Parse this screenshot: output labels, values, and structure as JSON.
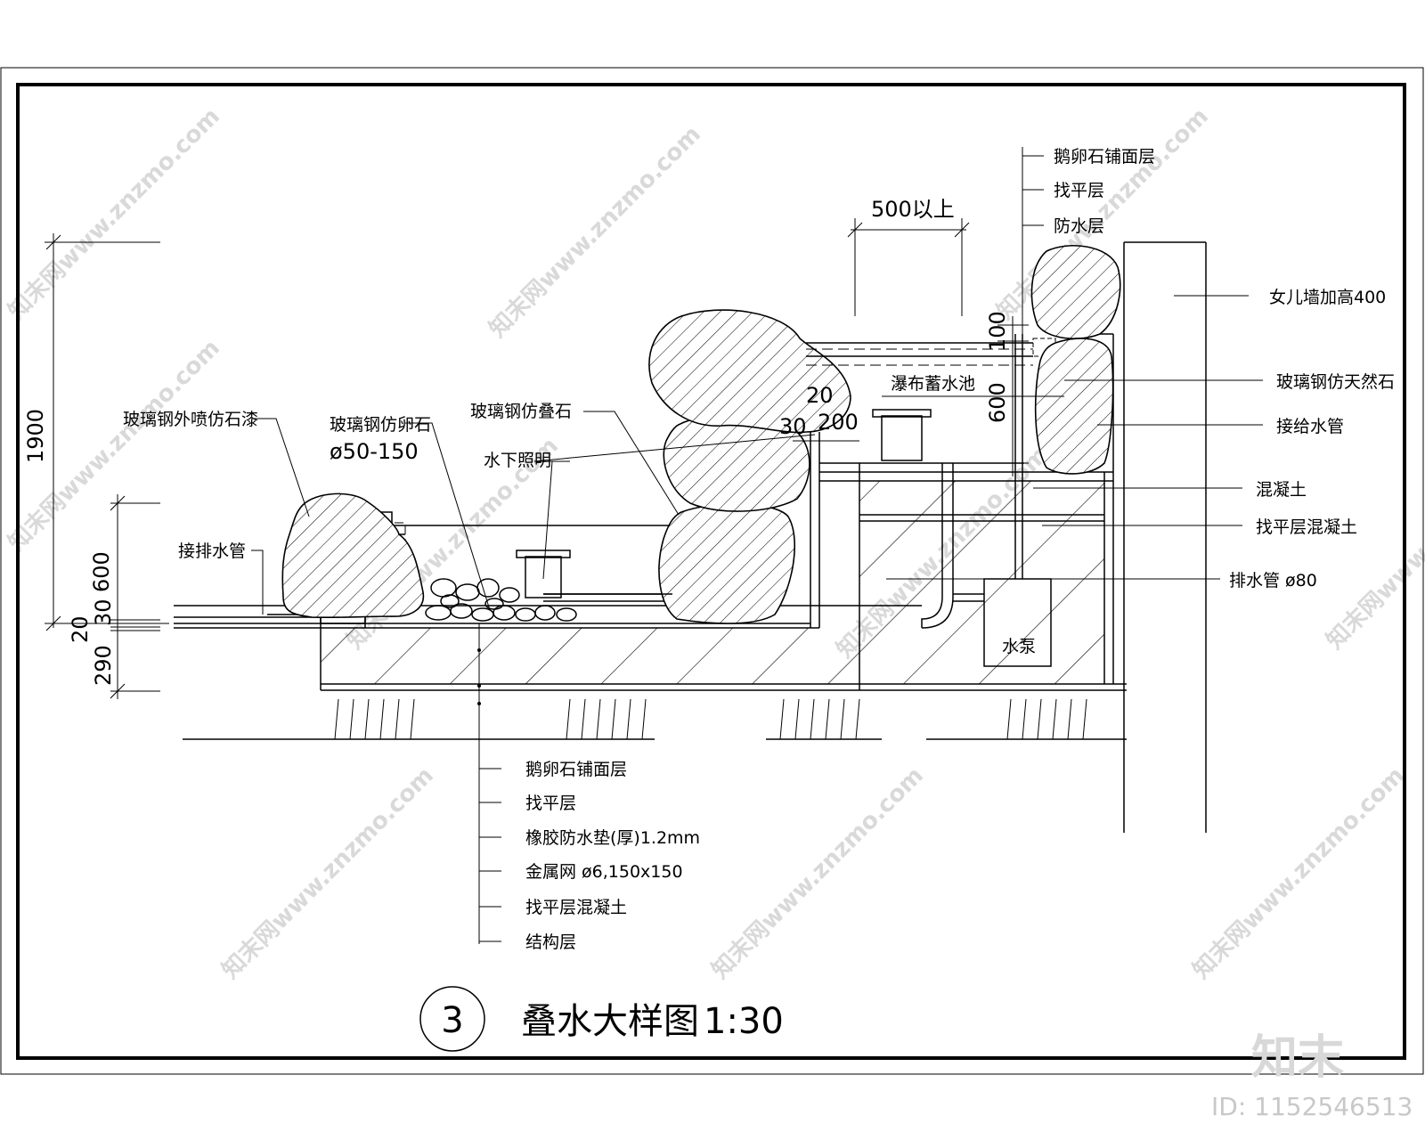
{
  "drawing": {
    "title_number": "3",
    "title": "叠水大样图",
    "scale": "1:30"
  },
  "left_dims": {
    "d1900": "1900",
    "d600": "600",
    "d20": "20",
    "d30": "30",
    "d290": "290"
  },
  "top_dims": {
    "d500": "500以上",
    "d100": "100",
    "d600r": "600",
    "d20c": "20",
    "d30c": "30",
    "d200c": "200"
  },
  "labels_left": {
    "fiberglass_paint": "玻璃钢外喷仿石漆",
    "pebble_imitation": "玻璃钢仿卵石",
    "pebble_size": "ø50-150",
    "stacked_stone": "玻璃钢仿叠石",
    "underwater_light": "水下照明",
    "drain_pipe_conn": "接排水管"
  },
  "labels_center": {
    "waterfall_pool": "瀑布蓄水池",
    "pump": "水泵"
  },
  "labels_top_right": [
    "鹅卵石铺面层",
    "找平层",
    "防水层"
  ],
  "labels_right": [
    "女儿墙加高400",
    "玻璃钢仿天然石",
    "接给水管",
    "混凝土",
    "找平层混凝土",
    "排水管 ø80"
  ],
  "labels_bottom": [
    "鹅卵石铺面层",
    "找平层",
    "橡胶防水垫(厚)1.2mm",
    "金属网  ø6,150x150",
    "找平层混凝土",
    "结构层"
  ],
  "watermark": {
    "text": "知末网www.znzmo.com",
    "brand": "知末",
    "id": "ID: 1152546513"
  }
}
